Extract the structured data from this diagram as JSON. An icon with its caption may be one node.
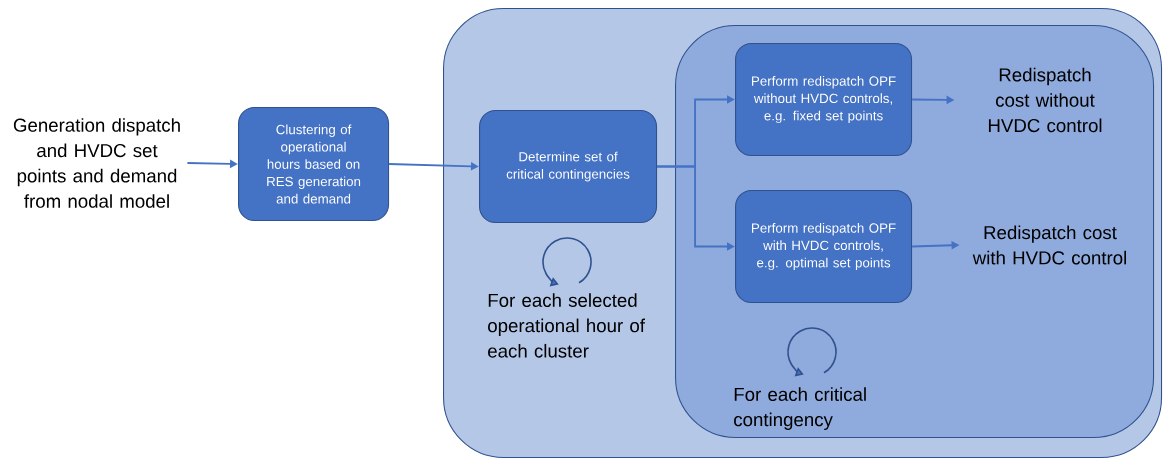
{
  "diagram": {
    "nodes": [
      {
        "text": [
          "Generation dispatch and HVDC set points and demand from nodal model"
        ]
      },
      {
        "text": [
          "Clustering of operational hours based on RES generation and demand"
        ]
      },
      {
        "text": [
          "For each selected operational hour of each cluster"
        ]
      },
      {
        "text": [
          "Determine set of critical contingencies"
        ],
        "in": 2
      },
      {
        "text": [
          "For each critical contingency"
        ],
        "in": 2
      },
      {
        "text": [
          "Perform redispatch OPF without HVDC controls, e.g. fixed set points"
        ],
        "in": 4
      },
      {
        "text": [
          "Perform redispatch OPF with HVDC controls, e.g. optimal set points"
        ],
        "in": 4
      },
      {
        "text": [
          "Redispatch cost without HVDC control"
        ],
        "in": 4
      },
      {
        "text": [
          "Redispatch cost with HVDC control"
        ],
        "in": 4
      }
    ],
    "edges": [
      {
        "from": 0,
        "to": 1,
        "arrow": "to"
      },
      {
        "from": 1,
        "to": 3,
        "arrow": "to"
      },
      {
        "from": 3,
        "to": 5,
        "arrow": "to"
      },
      {
        "from": 3,
        "to": 6,
        "arrow": "to"
      },
      {
        "from": 5,
        "to": 7,
        "arrow": "to"
      },
      {
        "from": 6,
        "to": 8,
        "arrow": "to"
      }
    ]
  }
}
